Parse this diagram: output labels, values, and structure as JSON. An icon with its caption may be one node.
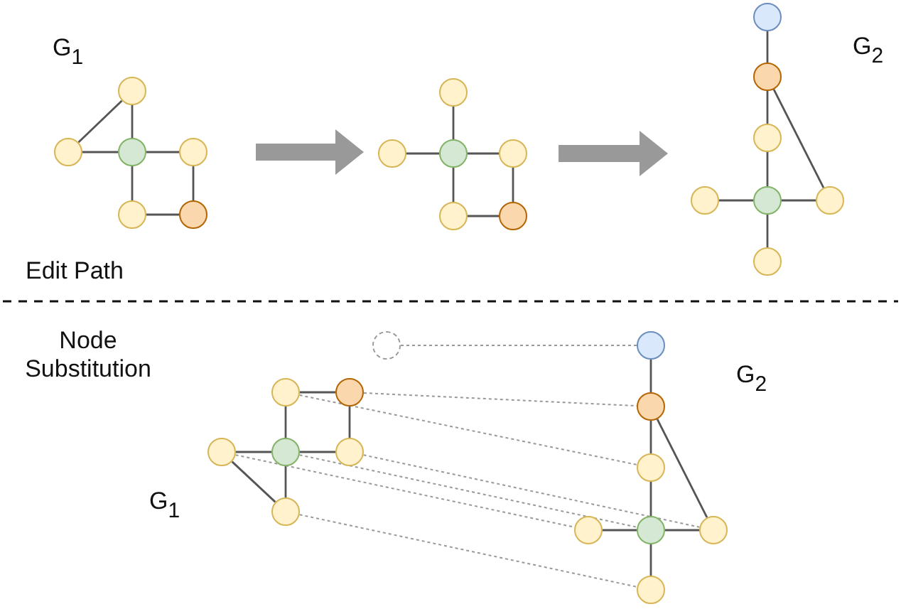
{
  "diagram": {
    "nodes": [
      {
        "text": [],
        "shape": "circle"
      },
      {
        "text": [],
        "shape": "circle"
      },
      {
        "text": [],
        "shape": "circle"
      },
      {
        "text": [],
        "shape": "circle"
      },
      {
        "text": [],
        "shape": "circle"
      },
      {
        "text": [],
        "shape": "circle"
      },
      {
        "text": [],
        "shape": "circle"
      },
      {
        "text": [],
        "shape": "circle"
      },
      {
        "text": [],
        "shape": "circle"
      },
      {
        "text": [],
        "shape": "circle"
      },
      {
        "text": [],
        "shape": "circle"
      },
      {
        "text": [],
        "shape": "circle"
      },
      {
        "text": [],
        "shape": "circle"
      },
      {
        "text": [],
        "shape": "circle"
      },
      {
        "text": [],
        "shape": "circle"
      },
      {
        "text": [],
        "shape": "circle"
      },
      {
        "text": [],
        "shape": "circle"
      },
      {
        "text": [],
        "shape": "circle"
      },
      {
        "text": [],
        "shape": "circle"
      },
      {
        "text": [],
        "shape": "circle"
      },
      {
        "text": [],
        "shape": "circle"
      },
      {
        "text": [],
        "shape": "circle"
      },
      {
        "text": [],
        "shape": "circle"
      },
      {
        "text": [],
        "shape": "circle"
      },
      {
        "text": [],
        "shape": "circle"
      },
      {
        "text": [],
        "shape": "circle"
      },
      {
        "text": [],
        "shape": "circle"
      },
      {
        "text": [],
        "shape": "circle"
      },
      {
        "text": [],
        "shape": "circle"
      },
      {
        "text": [],
        "shape": "circle"
      },
      {
        "text": [],
        "shape": "circle"
      },
      {
        "text": [],
        "shape": "circle"
      },
      {
        "text": [],
        "shape": "circle"
      }
    ],
    "edges": [
      {
        "from": 1,
        "to": 0,
        "arrow": "none"
      },
      {
        "from": 0,
        "to": 2,
        "arrow": "none"
      },
      {
        "from": 1,
        "to": 2,
        "arrow": "none"
      },
      {
        "from": 2,
        "to": 3,
        "arrow": "none"
      },
      {
        "from": 2,
        "to": 4,
        "arrow": "none"
      },
      {
        "from": 3,
        "to": 5,
        "arrow": "none"
      },
      {
        "from": 4,
        "to": 5,
        "arrow": "none"
      },
      {
        "from": 6,
        "to": 8,
        "arrow": "none"
      },
      {
        "from": 7,
        "to": 8,
        "arrow": "none"
      },
      {
        "from": 8,
        "to": 9,
        "arrow": "none"
      },
      {
        "from": 8,
        "to": 10,
        "arrow": "none"
      },
      {
        "from": 9,
        "to": 11,
        "arrow": "none"
      },
      {
        "from": 10,
        "to": 11,
        "arrow": "none"
      },
      {
        "from": 12,
        "to": 13,
        "arrow": "none"
      },
      {
        "from": 13,
        "to": 14,
        "arrow": "none"
      },
      {
        "from": 13,
        "to": 17,
        "arrow": "none"
      },
      {
        "from": 14,
        "to": 16,
        "arrow": "none"
      },
      {
        "from": 15,
        "to": 16,
        "arrow": "none"
      },
      {
        "from": 16,
        "to": 17,
        "arrow": "none"
      },
      {
        "from": 16,
        "to": 18,
        "arrow": "none"
      },
      {
        "from": 20,
        "to": 21,
        "arrow": "none"
      },
      {
        "from": 20,
        "to": 23,
        "arrow": "none"
      },
      {
        "from": 21,
        "to": 24,
        "arrow": "none"
      },
      {
        "from": 22,
        "to": 23,
        "arrow": "none"
      },
      {
        "from": 23,
        "to": 24,
        "arrow": "none"
      },
      {
        "from": 22,
        "to": 25,
        "arrow": "none"
      },
      {
        "from": 23,
        "to": 25,
        "arrow": "none"
      },
      {
        "from": 26,
        "to": 27,
        "arrow": "none"
      },
      {
        "from": 27,
        "to": 28,
        "arrow": "none"
      },
      {
        "from": 27,
        "to": 31,
        "arrow": "none"
      },
      {
        "from": 28,
        "to": 30,
        "arrow": "none"
      },
      {
        "from": 29,
        "to": 30,
        "arrow": "none"
      },
      {
        "from": 30,
        "to": 31,
        "arrow": "none"
      },
      {
        "from": 30,
        "to": 32,
        "arrow": "none"
      },
      {
        "from": 19,
        "to": 26,
        "arrow": "none",
        "style": "dashed",
        "color": "#999999"
      },
      {
        "from": 21,
        "to": 27,
        "arrow": "none",
        "style": "dashed",
        "color": "#999999"
      },
      {
        "from": 20,
        "to": 28,
        "arrow": "none",
        "style": "dashed",
        "color": "#999999"
      },
      {
        "from": 24,
        "to": 31,
        "arrow": "none",
        "style": "dashed",
        "color": "#999999"
      },
      {
        "from": 23,
        "to": 30,
        "arrow": "none",
        "style": "dashed",
        "color": "#999999"
      },
      {
        "from": 22,
        "to": 29,
        "arrow": "none",
        "style": "dashed",
        "color": "#999999"
      },
      {
        "from": 25,
        "to": 32,
        "arrow": "none",
        "style": "dashed",
        "color": "#999999"
      },
      {
        "from": 3,
        "to": 7,
        "arrow": "to",
        "style": "thick",
        "color": "#999999"
      },
      {
        "from": 9,
        "to": 15,
        "arrow": "to",
        "style": "thick",
        "color": "#999999"
      }
    ],
    "labels": [
      "G$_{1}$",
      "G$_{2}$",
      "Edit Path",
      "Node Substitution",
      "G$_{2}$",
      "G$_{1}$"
    ]
  }
}
